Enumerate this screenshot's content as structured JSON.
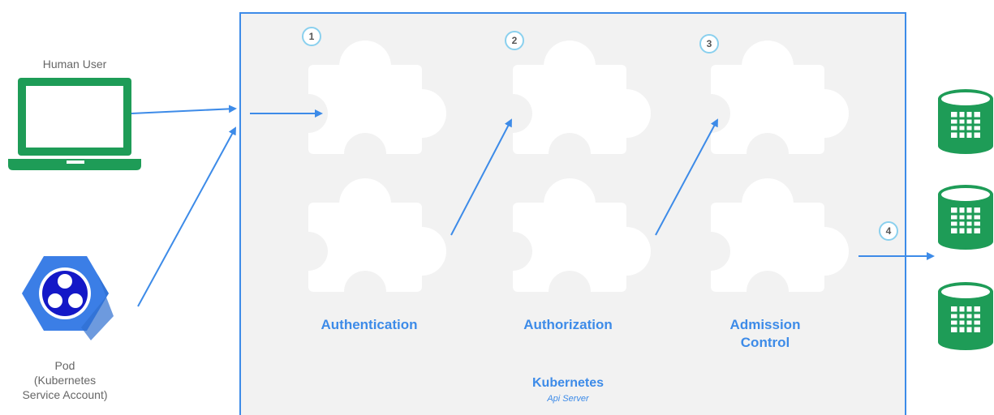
{
  "actors": {
    "human_user": "Human User",
    "pod_line1": "Pod",
    "pod_line2": "(Kubernetes",
    "pod_line3": "Service Account)"
  },
  "steps": [
    {
      "number": "1",
      "label": "Authentication"
    },
    {
      "number": "2",
      "label": "Authorization"
    },
    {
      "number": "3",
      "label_line1": "Admission",
      "label_line2": "Control"
    },
    {
      "number": "4"
    }
  ],
  "server": {
    "title": "Kubernetes",
    "subtitle": "Api Server"
  },
  "colors": {
    "accent": "#3d8be8",
    "box_border": "#3d8be8",
    "box_fill": "#f2f2f2",
    "laptop": "#1e9c57",
    "database": "#1e9c57",
    "pod_hex": "#3b7ee6",
    "step_ring": "#8ad0ee"
  }
}
